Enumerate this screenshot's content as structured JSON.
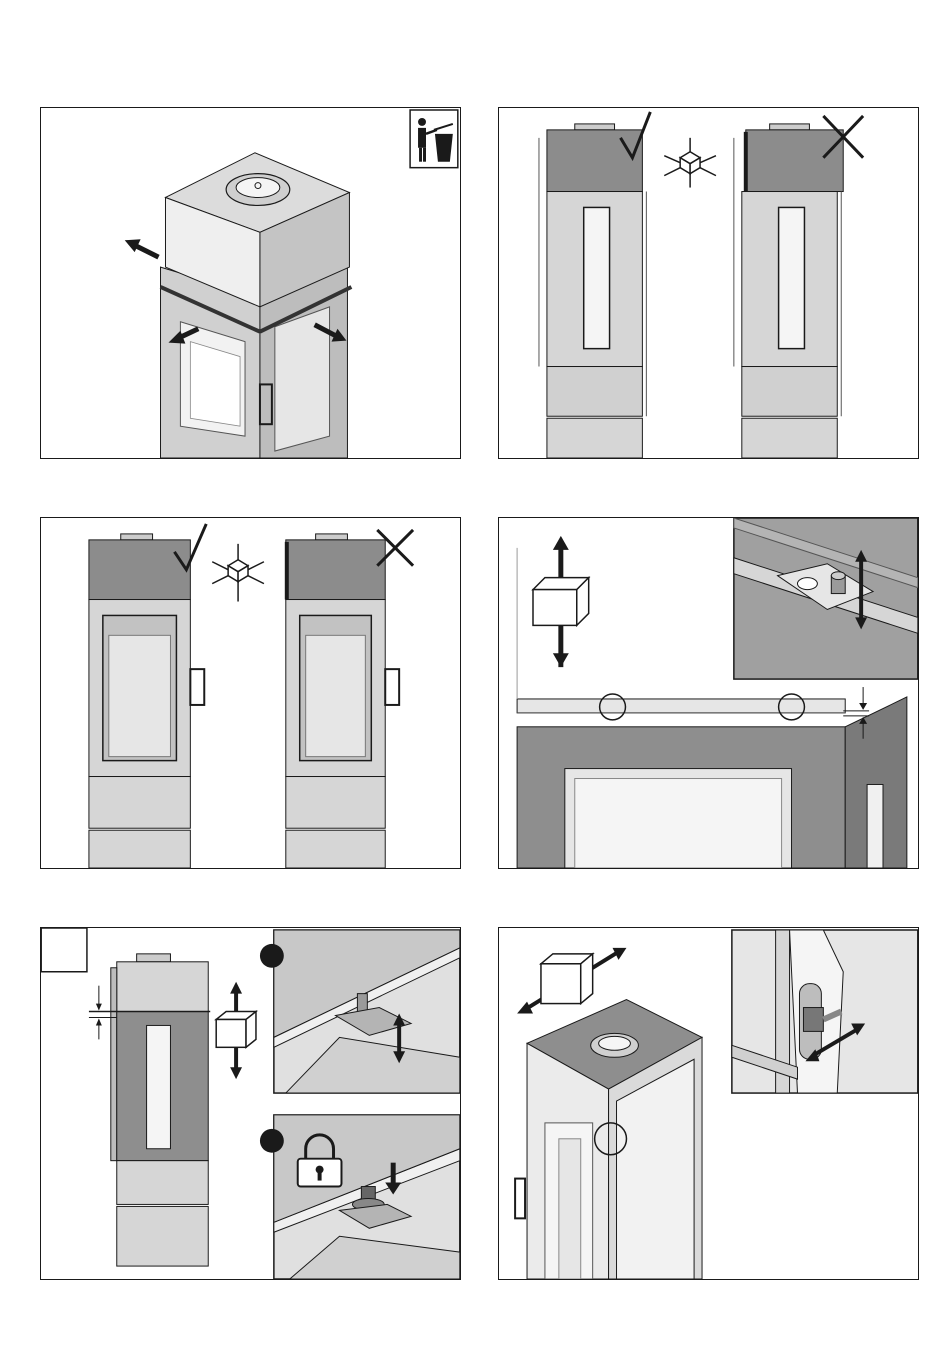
{
  "document": {
    "layout": "installation-instruction-figures",
    "panel_count": 6
  },
  "panels": [
    {
      "name": "panel-remove-transport-brackets",
      "icons": [
        "dispose-waste-icon",
        "arrow-icon"
      ]
    },
    {
      "name": "panel-top-alignment-check",
      "icons": [
        "check-mark-icon",
        "cross-mark-icon",
        "level-axes-icon"
      ]
    },
    {
      "name": "panel-front-alignment-check",
      "icons": [
        "check-mark-icon",
        "cross-mark-icon",
        "level-axes-icon"
      ]
    },
    {
      "name": "panel-height-adjust-bolts",
      "icons": [
        "vertical-adjust-cube-icon",
        "detail-circle-icon"
      ]
    },
    {
      "name": "panel-gap-adjust-and-lock",
      "icons": [
        "step-bullet-icon",
        "lock-icon",
        "vertical-adjust-cube-icon"
      ]
    },
    {
      "name": "panel-lateral-adjust",
      "icons": [
        "horizontal-adjust-cube-icon",
        "detail-circle-icon"
      ]
    }
  ],
  "colors": {
    "line": "#1a1a1a",
    "panel_light": "#d9d9d9",
    "panel_mid": "#b8b8b8",
    "panel_dark": "#8c8c8c",
    "glass": "#ececec"
  }
}
